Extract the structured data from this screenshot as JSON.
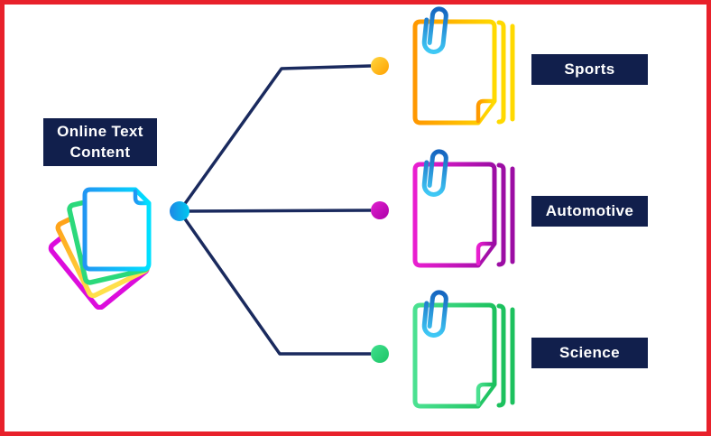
{
  "diagram": {
    "title_node": {
      "line1": "Online Text",
      "line2": "Content"
    },
    "root_icon": "document-stack",
    "branches": [
      {
        "id": "sports",
        "label": "Sports",
        "icon": "document-pages"
      },
      {
        "id": "automotive",
        "label": "Automotive",
        "icon": "document-pages"
      },
      {
        "id": "science",
        "label": "Science",
        "icon": "document-pages"
      }
    ]
  },
  "colors": {
    "frame_red": "#E8212B",
    "label_bg_navy": "#111F4C",
    "label_text": "#FFFFFF",
    "connector_navy": "#1A2A5E",
    "hub_dot_from": "#1E88E5",
    "hub_dot_to": "#00C8F0",
    "paperclip_from": "#1565C0",
    "paperclip_to": "#3FC9F5",
    "sports_doc_from": "#FF9800",
    "sports_doc_to": "#FFD900",
    "sports_dot_from": "#FFD740",
    "sports_dot_to": "#FFA000",
    "automotive_doc_from": "#E91ED0",
    "automotive_doc_to": "#9C0DA4",
    "automotive_dot_from": "#E020CE",
    "automotive_dot_to": "#AC00A8",
    "science_doc_from": "#4BE191",
    "science_doc_to": "#1CC15E",
    "science_dot_from": "#3FE08E",
    "science_dot_to": "#1EC466",
    "stack_front_from": "#2196F3",
    "stack_front_to": "#00E0FF",
    "stack_green": "#2BD97B",
    "stack_yellow_from": "#FFA319",
    "stack_yellow_to": "#FFE04A",
    "stack_magenta": "#DC0CDC"
  }
}
